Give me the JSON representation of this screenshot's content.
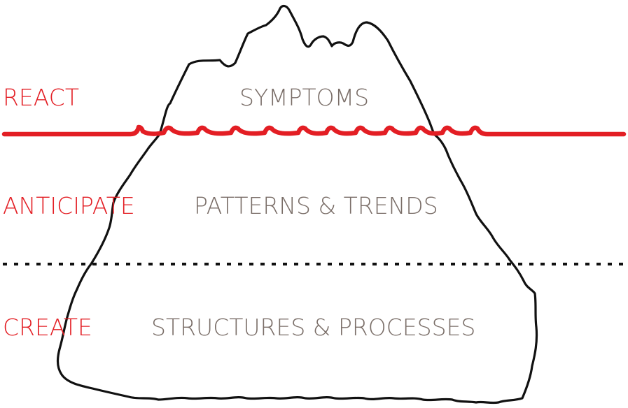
{
  "colors": {
    "action_red": "#e31e24",
    "level_text": "#7a6e68",
    "outline": "#111111",
    "divider": "#111111"
  },
  "actions": {
    "react": "REACT",
    "anticipate": "ANTICIPATE",
    "create": "CREATE"
  },
  "levels": {
    "symptoms": "SYMPTOMS",
    "patterns": "PATTERNS & TRENDS",
    "structures": "STRUCTURES & PROCESSES"
  }
}
